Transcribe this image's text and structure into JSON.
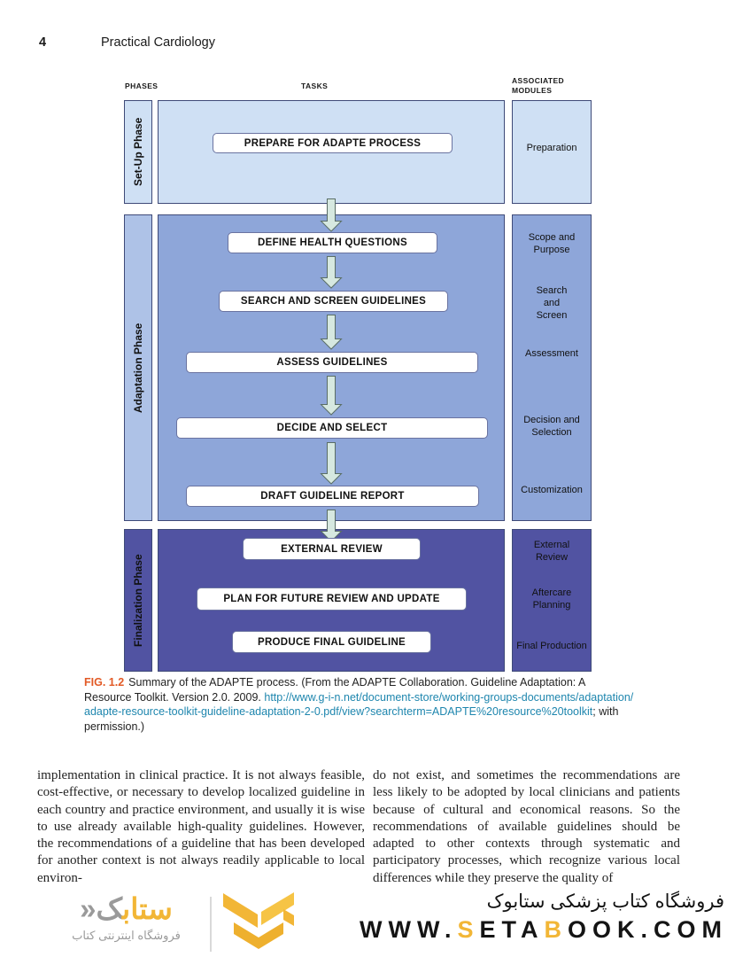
{
  "page": {
    "number": "4",
    "running_title": "Practical Cardiology"
  },
  "figure": {
    "col_headers": {
      "phases": "PHASES",
      "tasks": "TASKS",
      "modules": "ASSOCIATED\nMODULES"
    },
    "phases": [
      {
        "label": "Set-Up Phase",
        "tasks": [
          "PREPARE FOR ADAPTE PROCESS"
        ],
        "modules": [
          "Preparation"
        ]
      },
      {
        "label": "Adaptation Phase",
        "tasks": [
          "DEFINE HEALTH QUESTIONS",
          "SEARCH AND SCREEN GUIDELINES",
          "ASSESS GUIDELINES",
          "DECIDE AND SELECT",
          "DRAFT GUIDELINE REPORT"
        ],
        "modules": [
          "Scope and\nPurpose",
          "Search\nand\nScreen",
          "Assessment",
          "Decision and\nSelection",
          "Customization"
        ]
      },
      {
        "label": "Finalization Phase",
        "tasks": [
          "EXTERNAL REVIEW",
          "PLAN FOR FUTURE REVIEW AND UPDATE",
          "PRODUCE FINAL GUIDELINE"
        ],
        "modules": [
          "External\nReview",
          "Aftercare\nPlanning",
          "Final Production"
        ]
      }
    ],
    "colors": {
      "setup_bg": "#cfe0f4",
      "adaptation_sidebar_bg": "#aec2e7",
      "adaptation_bg": "#8ea6d9",
      "finalization_bg": "#5153a2",
      "box_border": "#3f4a78",
      "arrow_fill": "#d6e8e0",
      "arrow_stroke": "#5a6e66"
    }
  },
  "caption": {
    "label": "FIG. 1.2",
    "text_before_link": "Summary of the ADAPTE process. (From the ADAPTE Collaboration. Guideline Adaptation: A Resource Toolkit. Version 2.0. 2009. ",
    "link": "http://www.g-i-n.net/document-store/working-groups-documents/adaptation/adapte-resource-toolkit-guideline-adaptation-2-0.pdf/view?searchterm=ADAPTE%20resource%20toolkit",
    "text_after_link": "; with permission.)",
    "label_color": "#e25a26",
    "link_color": "#1e86ae"
  },
  "body": {
    "left_column": "implementation in clinical practice. It is not always feasible, cost-effective, or necessary to develop localized guideline in each country and practice environment, and usually it is wise to use already available high-quality guidelines. However, the recommendations of a guideline that has been developed for another context is not always readily applicable to local environ-",
    "right_column": "do not exist, and sometimes the recommendations are less likely to be adopted by local clinicians and patients because of cultural and economical reasons. So the recommendations of available guidelines should be adapted to other contexts through systematic and participatory processes, which recognize various local differences while they preserve the quality of"
  },
  "footer": {
    "logo": {
      "wordmark_main": "ستاب",
      "wordmark_final": "ک",
      "wordmark_mark": "«",
      "subtitle": "فروشگاه اینترنتی کتاب"
    },
    "store_line": "فروشگاه کتاب پزشکی ستابوک",
    "url": {
      "p1": "WWW.",
      "p2": "S",
      "p3": "ETA",
      "p4": "B",
      "p5": "OOK.COM"
    },
    "accent_yellow": "#f2b636"
  }
}
